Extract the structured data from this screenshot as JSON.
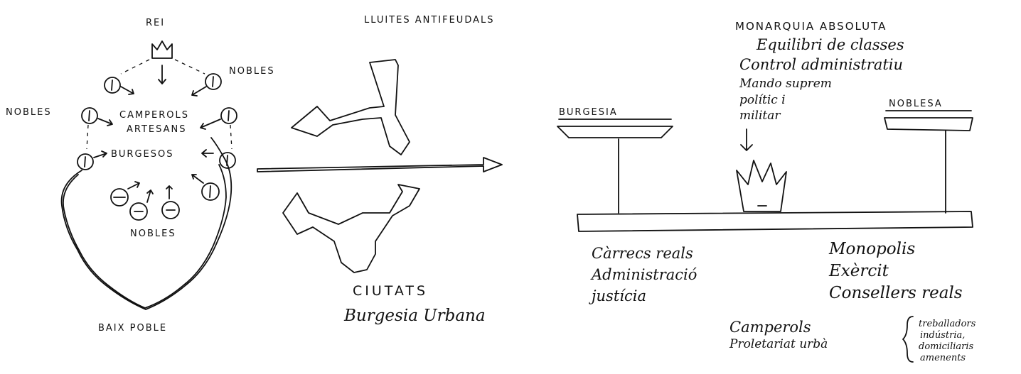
{
  "left_scheme": {
    "king_label": "REI",
    "nobles_top_right": "NOBLES",
    "nobles_left": "NOBLES",
    "camperols": "CAMPEROLS",
    "artesans": "ARTESANS",
    "burgesos": "BURGESOS",
    "nobles_bottom": "NOBLES",
    "baix_poble": "BAIX POBLE"
  },
  "middle": {
    "title": "LLUITES ANTIFEUDALS",
    "ciutats": "CIUTATS",
    "burgesia_urbana": "Burgesia Urbana"
  },
  "right_scheme": {
    "title": "MONARQUIA ABSOLUTA",
    "features": [
      "Equilibri de classes",
      "Control administratiu",
      "Mando suprem",
      "polític i",
      "militar"
    ],
    "left_pan_label": "BURGESIA",
    "right_pan_label": "NOBLESA",
    "left_list": [
      "Càrrecs reals",
      "Administració",
      "justícia"
    ],
    "right_list": [
      "Monopolis",
      "Exèrcit",
      "Consellers reals"
    ],
    "bottom_left": [
      "Camperols",
      "Proletariat urbà"
    ],
    "bottom_right": [
      "treballadors",
      "indústria,",
      "domiciliaris",
      "amenents"
    ]
  },
  "icons": [
    "crown-icon",
    "crown-icon",
    "arrow-icon"
  ]
}
